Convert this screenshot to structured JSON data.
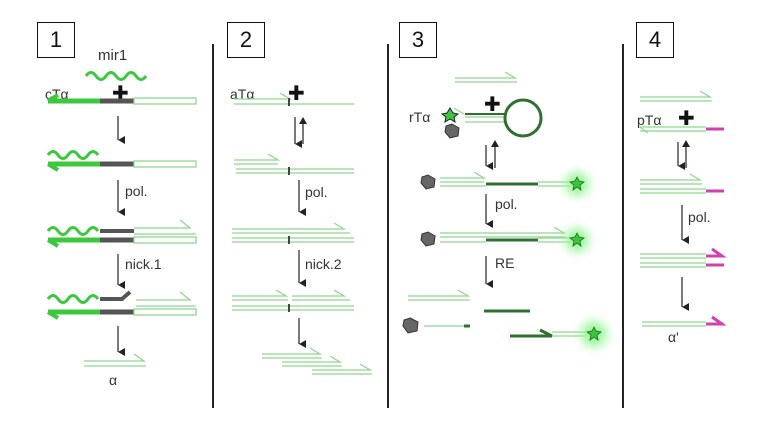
{
  "panels": [
    {
      "number": "1",
      "template_label": "cTα",
      "trigger_label": "mir1",
      "steps": [
        "pol.",
        "nick.1"
      ],
      "product_label": "α"
    },
    {
      "number": "2",
      "template_label": "aTα",
      "steps": [
        "pol.",
        "nick.2"
      ]
    },
    {
      "number": "3",
      "template_label": "rTα",
      "steps": [
        "pol.",
        "RE"
      ]
    },
    {
      "number": "4",
      "template_label": "pTα",
      "steps": [
        "pol."
      ],
      "product_label": "α'"
    }
  ],
  "plus_symbol": "✚",
  "colors": {
    "light_green": "#8fd88f",
    "bright_green": "#3cc83c",
    "dark_green": "#2f6f2f",
    "gray": "#555555",
    "magenta": "#d23fb0",
    "glow": "#9cf59c"
  }
}
